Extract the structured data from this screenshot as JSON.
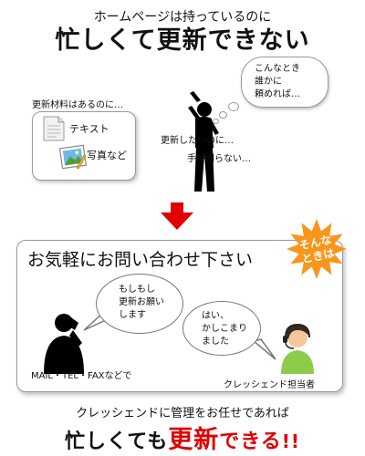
{
  "header": {
    "intro": "ホームページは持っているのに",
    "headline": "忙しくて更新できない"
  },
  "thought_bubble": {
    "lines": [
      "こんなとき",
      "誰かに",
      "頼めれば…"
    ]
  },
  "materials": {
    "label": "更新材料はあるのに…",
    "items": [
      {
        "label": "テキスト",
        "icon": "document-icon"
      },
      {
        "label": "写真など",
        "icon": "photo-icon"
      }
    ]
  },
  "busy": {
    "line1": "更新したいのに…",
    "line2": "手が回らない…"
  },
  "cta": {
    "title": "お気軽にお問い合わせ下さい",
    "starburst": [
      "そんな",
      "ときは"
    ],
    "customer_bubble": [
      "もしもし",
      "更新お願い",
      "します"
    ],
    "staff_bubble": [
      "はい、",
      "かしこまり",
      "ました"
    ],
    "contact_methods": "MAIL・TEL・FAXなどで",
    "staff_label": "クレッシェンド担当者"
  },
  "footer": {
    "tagline": "クレッシェンドに管理をお任せであれば",
    "finale_part1": "忙しくても",
    "finale_part2": "更新",
    "finale_part3": "できる",
    "finale_part4": "!!"
  },
  "colors": {
    "accent_red": "#e00000",
    "starburst": "#f7961a",
    "silhouette": "#000000",
    "staff_shirt": "#8ccc4a"
  }
}
